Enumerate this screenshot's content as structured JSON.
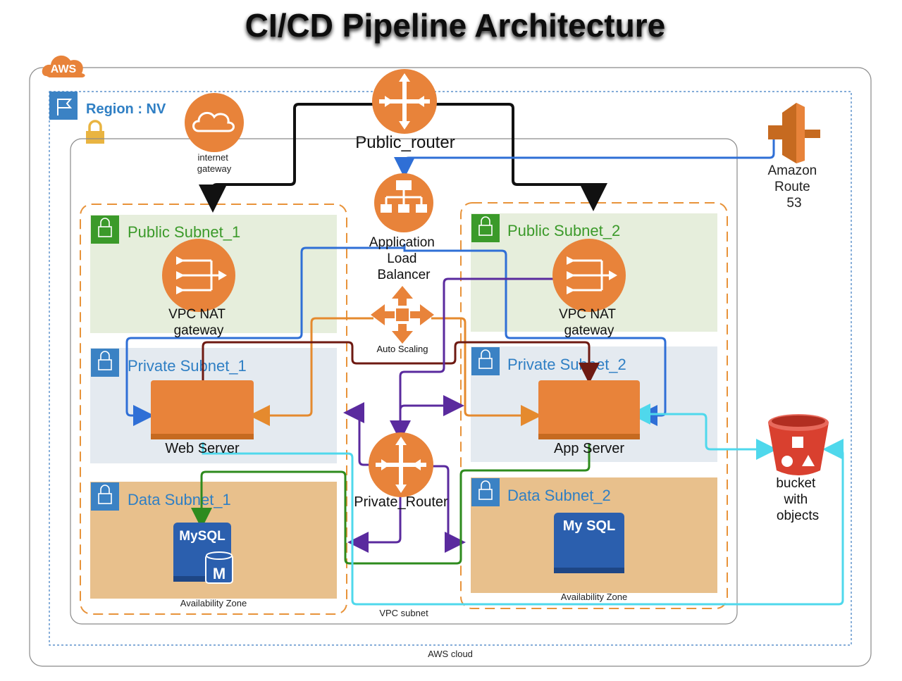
{
  "title": "CI/CD Pipeline Architecture",
  "aws_badge": "AWS",
  "region_label": "Region : NV",
  "internet_gateway": [
    "internet",
    "gateway"
  ],
  "public_router": "Public_router",
  "route53": [
    "Amazon",
    "Route",
    "53"
  ],
  "alb": [
    "Application",
    "Load",
    "Balancer"
  ],
  "auto_scaling": "Auto Scaling",
  "private_router": "Private_Router",
  "public_subnet_1": "Public Subnet_1",
  "public_subnet_2": "Public Subnet_2",
  "private_subnet_1": "Private Subnet_1",
  "private_subnet_2": "Private Subnet_2",
  "data_subnet_1": "Data Subnet_1",
  "data_subnet_2": "Data Subnet_2",
  "nat_1": [
    "VPC NAT",
    "gateway"
  ],
  "nat_2": [
    "VPC NAT",
    "gateway"
  ],
  "web_server": "Web Server",
  "app_server": "App Server",
  "mysql_1": "MySQL",
  "mysql_1_badge": "M",
  "mysql_2": "My SQL",
  "bucket": [
    "bucket",
    "with",
    "objects"
  ],
  "az_1": "Availability Zone",
  "az_2": "Availability Zone",
  "vpc_subnet": "VPC subnet",
  "aws_cloud": "AWS cloud",
  "colors": {
    "orange": "#E8833A",
    "green_subnet": "#E6EEDC",
    "blue_subnet": "#E4EAF0",
    "data_subnet": "#E8C08C",
    "link_black": "#111111",
    "link_blue": "#2F6FD6",
    "link_orange": "#E58A2E",
    "link_darkred": "#6E1A12",
    "link_purple": "#5A2A9E",
    "link_green": "#2E8B1E",
    "link_cyan": "#4FD8EC"
  }
}
